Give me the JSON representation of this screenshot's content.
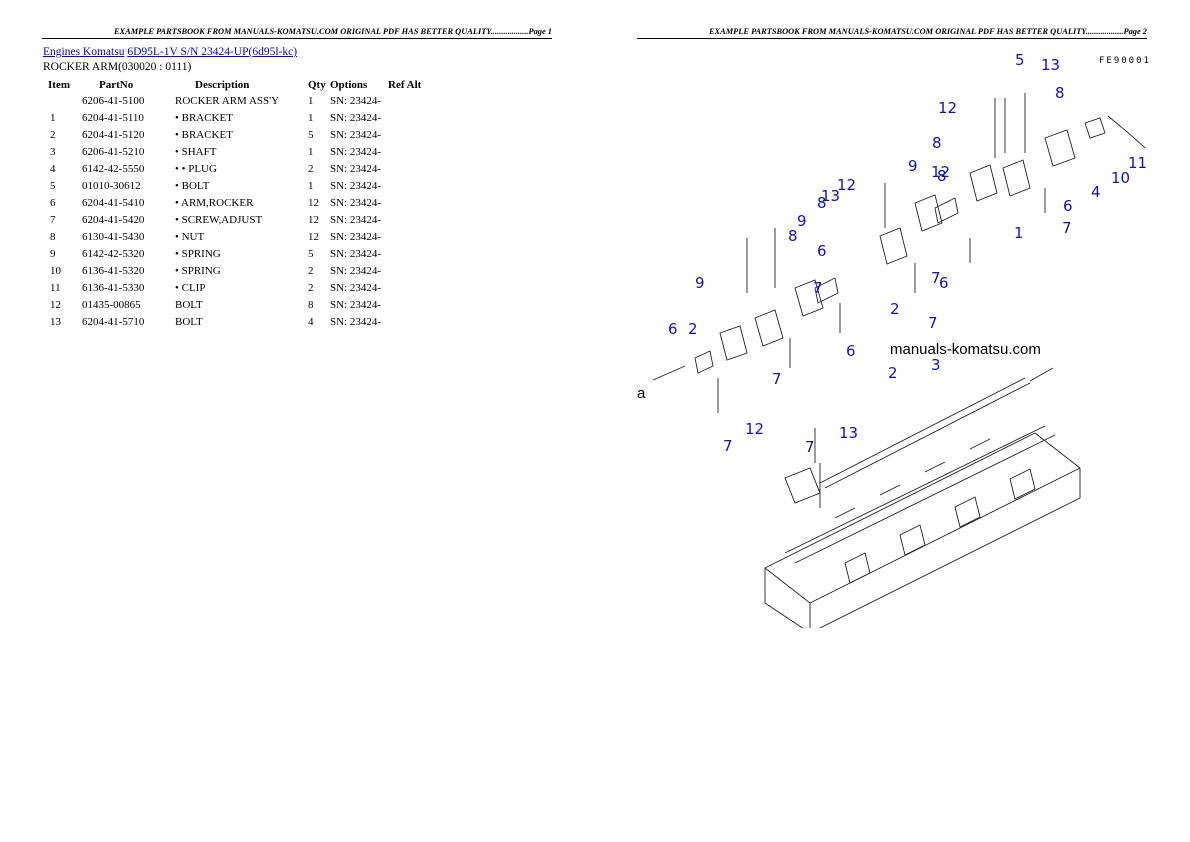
{
  "page1": {
    "header": "EXAMPLE PARTSBOOK FROM MANUALS-KOMATSU.COM ORIGINAL PDF HAS BETTER QUALITY..................Page 1",
    "breadcrumb": {
      "link1": "Engines Komatsu",
      "link2": "6D95L-1V S/N 23424-UP(6d95l-kc)"
    },
    "subtitle": "ROCKER ARM(030020 : 0111)",
    "table": {
      "headers": {
        "item": "Item",
        "partno": "PartNo",
        "description": "Description",
        "qty": "Qty",
        "options": "Options",
        "refalt": "Ref Alt"
      },
      "rows": [
        {
          "item": "",
          "partno": "6206-41-5100",
          "description": "ROCKER ARM ASS'Y",
          "qty": "1",
          "options": "SN: 23424-"
        },
        {
          "item": "1",
          "partno": "6204-41-5110",
          "description": "• BRACKET",
          "qty": "1",
          "options": "SN: 23424-"
        },
        {
          "item": "2",
          "partno": "6204-41-5120",
          "description": "• BRACKET",
          "qty": "5",
          "options": "SN: 23424-"
        },
        {
          "item": "3",
          "partno": "6206-41-5210",
          "description": "• SHAFT",
          "qty": "1",
          "options": "SN: 23424-"
        },
        {
          "item": "4",
          "partno": "6142-42-5550",
          "description": "• • PLUG",
          "qty": "2",
          "options": "SN: 23424-"
        },
        {
          "item": "5",
          "partno": "01010-30612",
          "description": " • BOLT",
          "qty": "1",
          "options": "SN: 23424-"
        },
        {
          "item": "6",
          "partno": "6204-41-5410",
          "description": "• ARM,ROCKER",
          "qty": "12",
          "options": "SN: 23424-"
        },
        {
          "item": "7",
          "partno": "6204-41-5420",
          "description": "• SCREW,ADJUST",
          "qty": "12",
          "options": "SN: 23424-"
        },
        {
          "item": "8",
          "partno": "6130-41-5430",
          "description": "• NUT",
          "qty": "12",
          "options": "SN: 23424-"
        },
        {
          "item": "9",
          "partno": "6142-42-5320",
          "description": "• SPRING",
          "qty": "5",
          "options": "SN: 23424-"
        },
        {
          "item": "10",
          "partno": "6136-41-5320",
          "description": "• SPRING",
          "qty": "2",
          "options": "SN: 23424-"
        },
        {
          "item": "11",
          "partno": "6136-41-5330",
          "description": "• CLIP",
          "qty": "2",
          "options": "SN: 23424-"
        },
        {
          "item": "12",
          "partno": "01435-00865",
          "description": "BOLT",
          "qty": "8",
          "options": "SN: 23424-"
        },
        {
          "item": "13",
          "partno": "6204-41-5710",
          "description": "BOLT",
          "qty": "4",
          "options": "SN: 23424-"
        }
      ]
    }
  },
  "page2": {
    "header": "EXAMPLE PARTSBOOK FROM MANUALS-KOMATSU.COM ORIGINAL PDF HAS BETTER QUALITY..................Page 2",
    "diagram": {
      "code": "FE90001",
      "watermark": "manuals-komatsu.com",
      "arrow_label": "a",
      "callouts": [
        "5",
        "13",
        "12",
        "8",
        "8",
        "9",
        "12",
        "11",
        "10",
        "4",
        "6",
        "7",
        "1",
        "8",
        "13",
        "12",
        "8",
        "9",
        "6",
        "7",
        "2",
        "6",
        "7",
        "2",
        "6",
        "7",
        "8",
        "9",
        "2",
        "6",
        "7",
        "7",
        "3",
        "13",
        "12",
        "7"
      ]
    }
  }
}
